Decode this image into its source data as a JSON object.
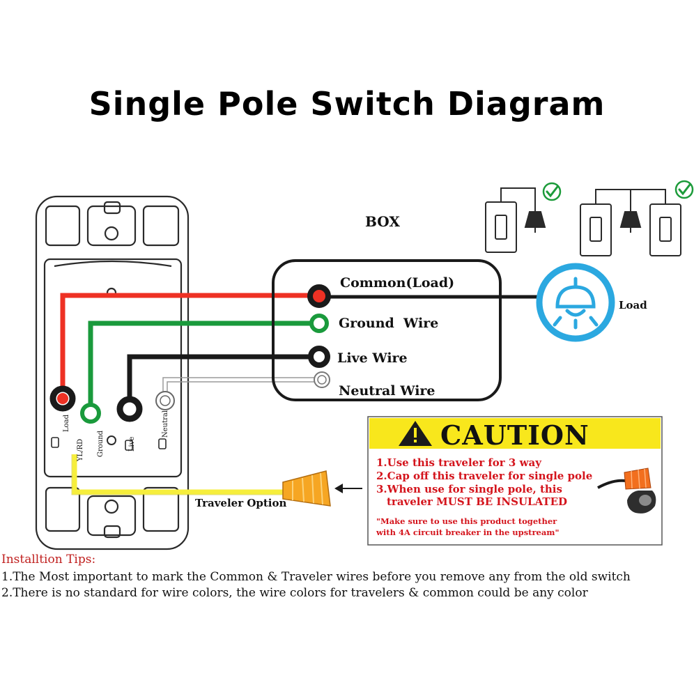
{
  "title": "Single Pole Switch Diagram",
  "box_label": "BOX",
  "wires": {
    "common": "Common(Load)",
    "ground": "Ground  Wire",
    "live": "Live Wire",
    "neutral": "Neutral Wire"
  },
  "load_label": "Load",
  "terminals": {
    "load": "Load",
    "yl_rd": "YL/RD",
    "ground": "Ground",
    "live": "Live",
    "neutral": "Neutral"
  },
  "traveler_option": "Traveler Option",
  "caution": {
    "heading": "CAUTION",
    "items": [
      "1.Use this traveler for 3 way",
      "2.Cap off this traveler for single pole",
      "3.When use for single pole, this",
      "traveler MUST BE INSULATED"
    ],
    "note_line1": "\"Make sure to use this product together",
    "note_line2": "with 4A circuit breaker in the upstream\""
  },
  "tips": {
    "heading": "Installtion Tips:",
    "items": [
      "1.The Most important to mark the Common & Traveler wires before you remove any from the old switch",
      "2.There is no standard for wire colors, the wire colors for travelers & common could be any color"
    ]
  },
  "colors": {
    "red_wire": "#ee3124",
    "green_wire": "#1a9a3c",
    "black_wire": "#1a1a1a",
    "yellow_wire": "#f6ee3c",
    "load_blue": "#2ba8e0",
    "caution_yellow": "#f8e71c",
    "caution_red": "#d4141c",
    "check_green": "#1c9b3a"
  },
  "icons": [
    "check-icon",
    "lamp-icon",
    "switch-icon",
    "bulb-socket-icon",
    "wire-nut-icon",
    "arrow-left-icon",
    "warning-triangle-icon"
  ]
}
